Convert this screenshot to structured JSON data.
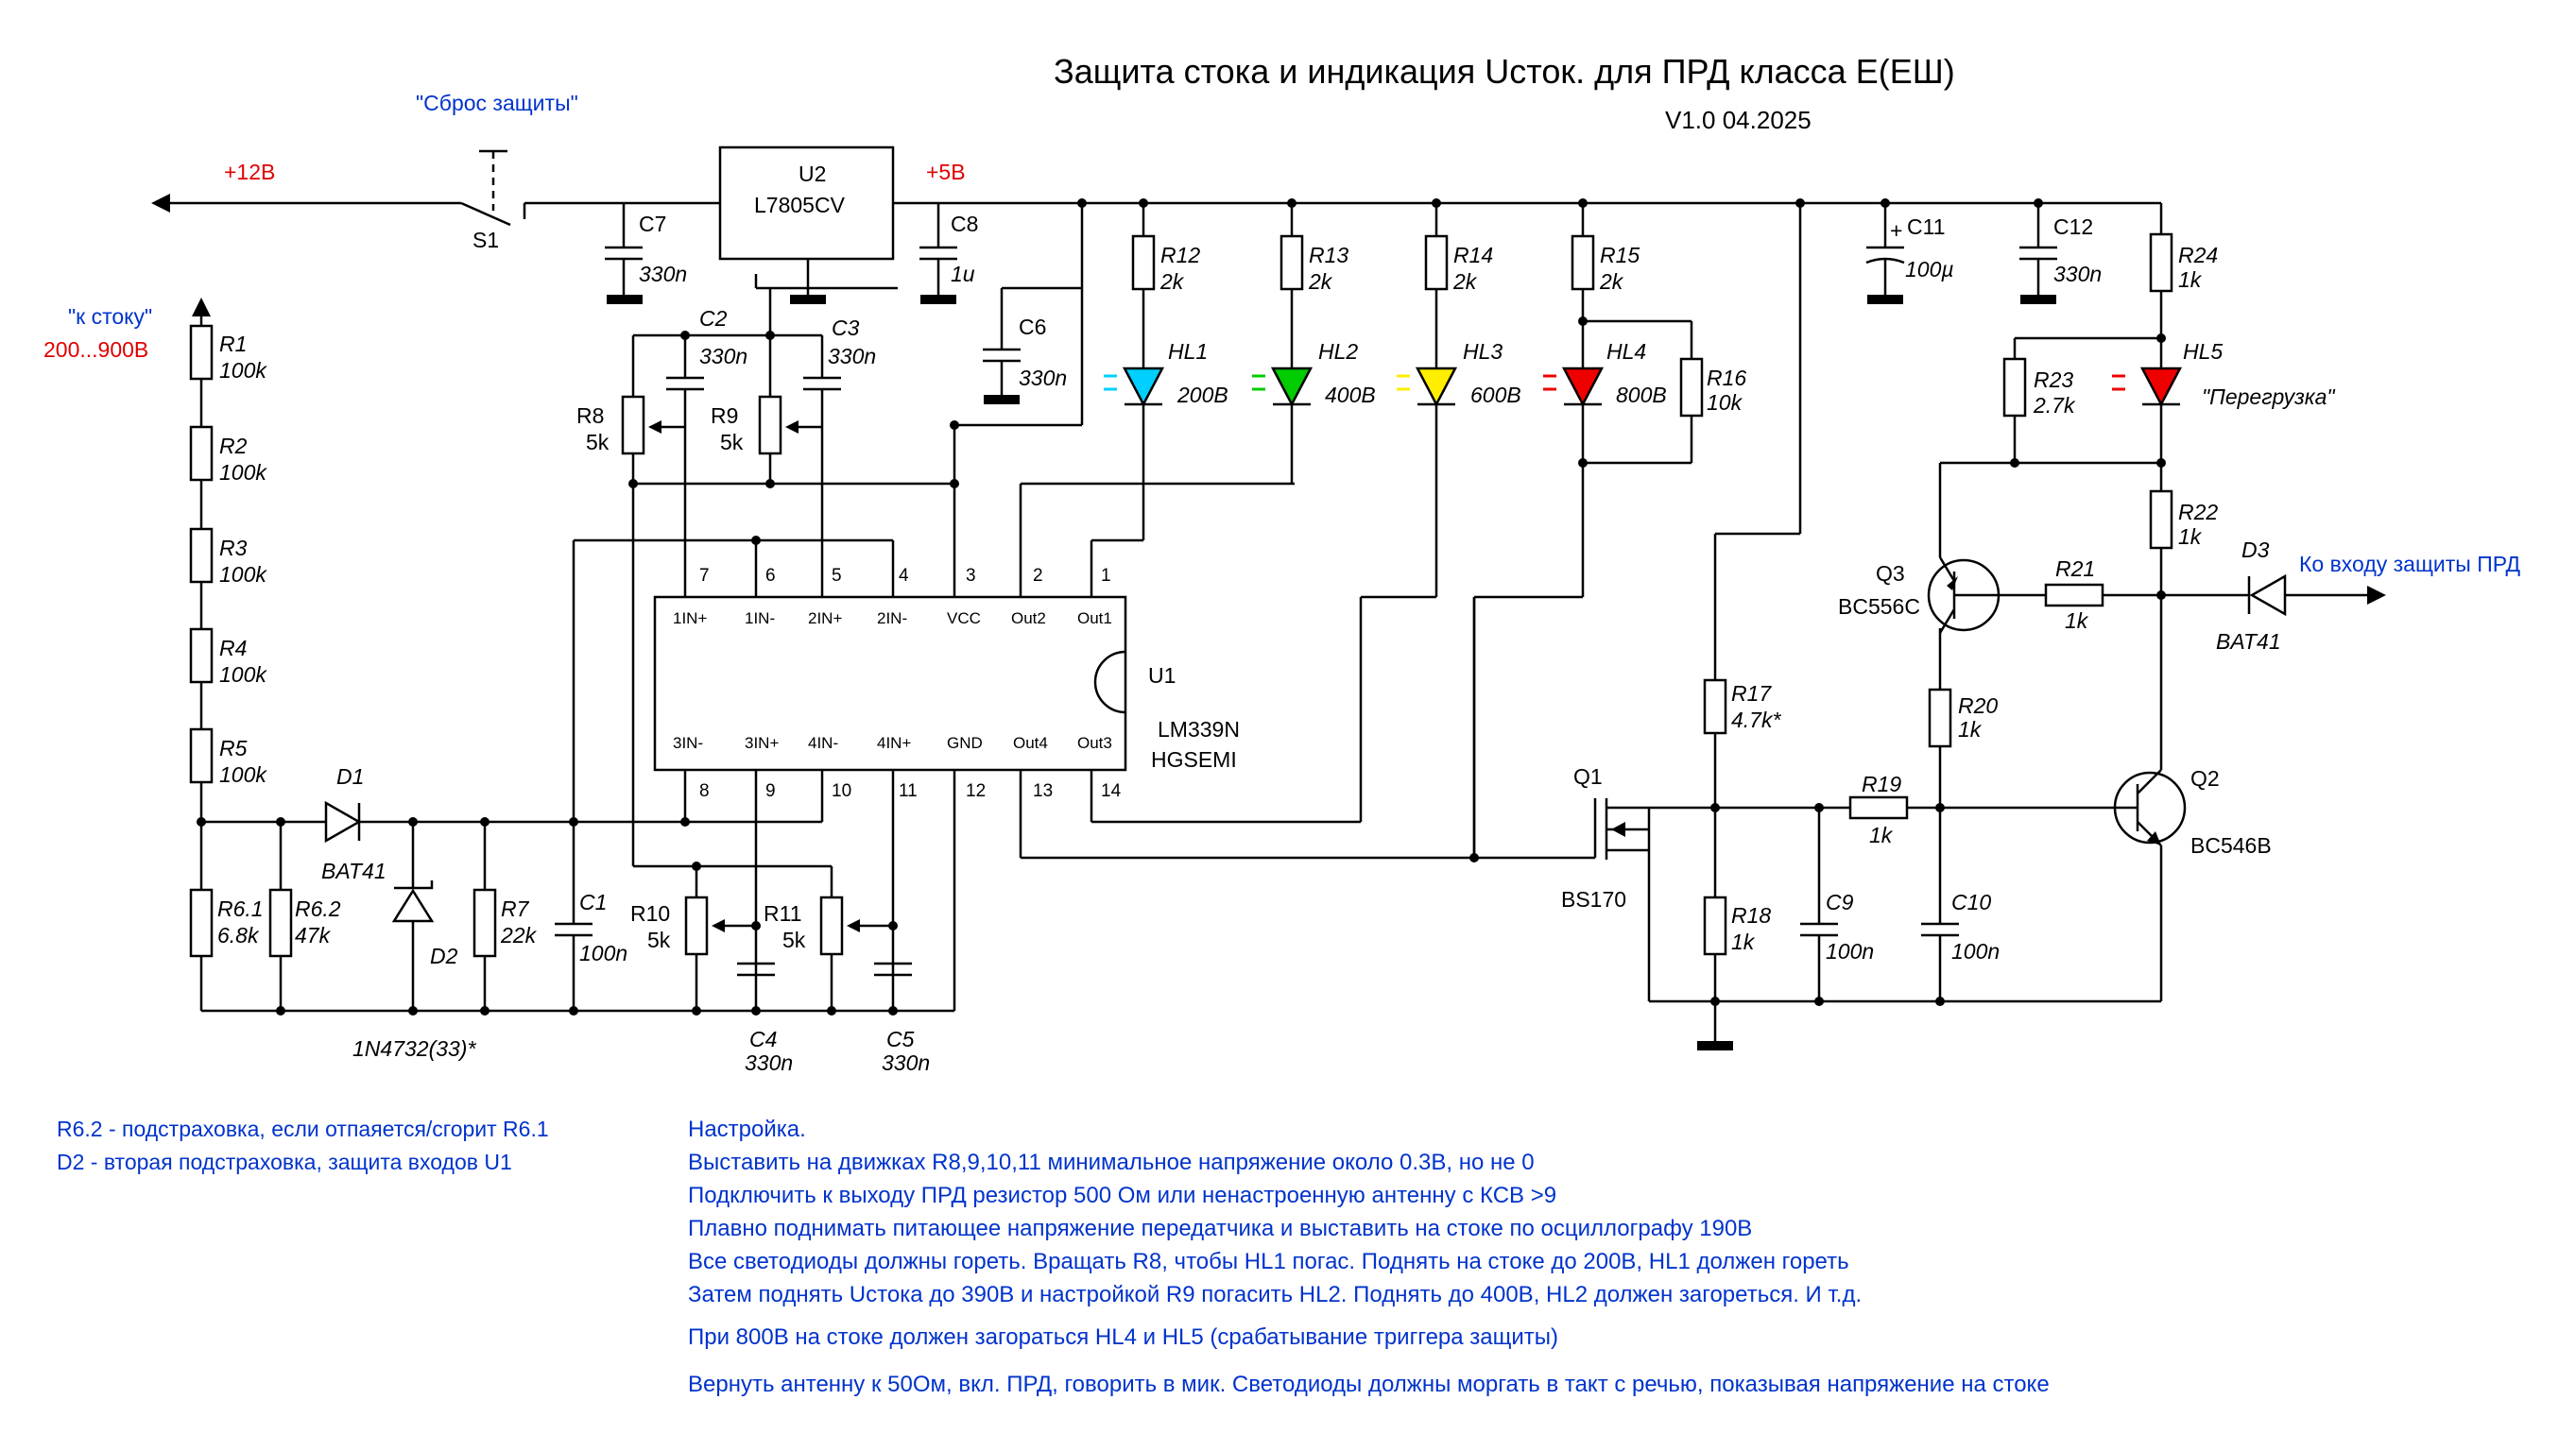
{
  "title": "Защита стока и индикация Uсток. для ПРД класса Е(ЕШ)",
  "version": "V1.0 04.2025",
  "nets": {
    "v12": "+12В",
    "v5": "+5В",
    "drain": "\"к стоку\"",
    "drain_range": "200...900В",
    "reset": "\"Сброс защиты\"",
    "output": "Ко входу защиты ПРД",
    "overload": "\"Перегрузка\""
  },
  "components": {
    "S1": "S1",
    "U2": "U2",
    "U2_part": "L7805CV",
    "C7": "C7",
    "C7_v": "330n",
    "C8": "C8",
    "C8_v": "1u",
    "C6": "C6",
    "C6_v": "330n",
    "C2": "C2",
    "C2_v": "330n",
    "C3": "C3",
    "C3_v": "330n",
    "R8": "R8",
    "R8_v": "5k",
    "R9": "R9",
    "R9_v": "5k",
    "R1": "R1",
    "R1_v": "100k",
    "R2": "R2",
    "R2_v": "100k",
    "R3": "R3",
    "R3_v": "100k",
    "R4": "R4",
    "R4_v": "100k",
    "R5": "R5",
    "R5_v": "100k",
    "R61": "R6.1",
    "R61_v": "6.8k",
    "R62": "R6.2",
    "R62_v": "47k",
    "R7": "R7",
    "R7_v": "22k",
    "C1": "C1",
    "C1_v": "100n",
    "D1": "D1",
    "D1_v": "BAT41",
    "D2": "D2",
    "D2_v": "1N4732(33)*",
    "R10": "R10",
    "R10_v": "5k",
    "R11": "R11",
    "R11_v": "5k",
    "C4": "C4",
    "C4_v": "330n",
    "C5": "C5",
    "C5_v": "330n",
    "U1": "U1",
    "U1_part": "LM339N",
    "U1_mfr": "HGSEMI",
    "R12": "R12",
    "R12_v": "2k",
    "R13": "R13",
    "R13_v": "2k",
    "R14": "R14",
    "R14_v": "2k",
    "R15": "R15",
    "R15_v": "2k",
    "R16": "R16",
    "R16_v": "10k",
    "HL1": "HL1",
    "HL1_v": "200В",
    "HL2": "HL2",
    "HL2_v": "400В",
    "HL3": "HL3",
    "HL3_v": "600В",
    "HL4": "HL4",
    "HL4_v": "800В",
    "HL5": "HL5",
    "C11": "C11",
    "C11_v": "100µ",
    "C12": "C12",
    "C12_v": "330n",
    "R24": "R24",
    "R24_v": "1k",
    "R23": "R23",
    "R23_v": "2.7k",
    "R22": "R22",
    "R22_v": "1k",
    "D3": "D3",
    "D3_v": "BAT41",
    "Q3": "Q3",
    "Q3_v": "BC556C",
    "R21": "R21",
    "R21_v": "1k",
    "R20": "R20",
    "R20_v": "1k",
    "R17": "R17",
    "R17_v": "4.7k*",
    "R18": "R18",
    "R18_v": "1k",
    "R19": "R19",
    "R19_v": "1k",
    "Q1": "Q1",
    "Q1_v": "BS170",
    "Q2": "Q2",
    "Q2_v": "BC546B",
    "C9": "C9",
    "C9_v": "100n",
    "C10": "C10",
    "C10_v": "100n"
  },
  "u1_pins": {
    "p7": "7",
    "p6": "6",
    "p5": "5",
    "p4": "4",
    "p3": "3",
    "p2": "2",
    "p1": "1",
    "p8": "8",
    "p9": "9",
    "p10": "10",
    "p11": "11",
    "p12": "12",
    "p13": "13",
    "p14": "14",
    "n_1inp": "1IN+",
    "n_1inm": "1IN-",
    "n_2inp": "2IN+",
    "n_2inm": "2IN-",
    "n_vcc": "VCC",
    "n_out2": "Out2",
    "n_out1": "Out1",
    "n_3inm": "3IN-",
    "n_3inp": "3IN+",
    "n_4inm": "4IN-",
    "n_4inp": "4IN+",
    "n_gnd": "GND",
    "n_out4": "Out4",
    "n_out3": "Out3"
  },
  "notes_left": [
    "R6.2 - подстраховка, если отпаяется/сгорит R6.1",
    "D2 - вторая подстраховка, защита входов U1"
  ],
  "setup": [
    "Настройка.",
    "Выставить на движках R8,9,10,11 минимальное напряжение около 0.3В, но не 0",
    "Подключить к выходу ПРД резистор 500 Ом или ненастроенную антенну с КСВ >9",
    "Плавно поднимать питающее напряжение передатчика и выставить на стоке по осциллографу 190В",
    "Все светодиоды должны гореть. Вращать R8, чтобы HL1 погас. Поднять на стоке до 200В, HL1 должен гореть",
    "Затем поднять Uстока до 390В и настройкой R9 погасить HL2. Поднять до 400В, HL2 должен загореться. И т.д.",
    "При 800В на стоке должен загораться HL4 и HL5 (срабатывание триггера защиты)",
    "Вернуть антенну к 50Ом, вкл. ПРД, говорить в мик. Светодиоды должны моргать в такт с речью, показывая напряжение на стоке"
  ],
  "colors": {
    "wire": "#000000",
    "net_label_red": "#e00000",
    "note_blue": "#0033cc",
    "led_hl1": "#00d0ff",
    "led_hl2": "#00cc00",
    "led_hl3": "#ffee00",
    "led_hl4": "#ee0000",
    "led_hl5": "#ee0000"
  }
}
